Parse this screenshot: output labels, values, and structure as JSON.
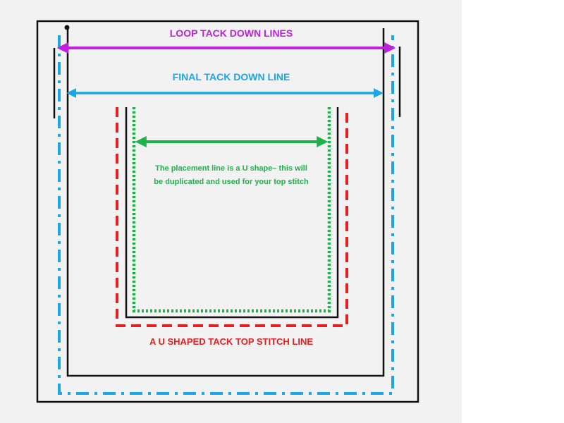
{
  "labels": {
    "loop": "LOOP TACK DOWN LINES",
    "final": "FINAL TACK DOWN LINE",
    "placement_line1": "The placement line is a U shape– this will",
    "placement_line2": "be duplicated and used for your top stitch",
    "u_tack": "A U SHAPED TACK TOP STITCH LINE"
  },
  "colors": {
    "outline": "#111111",
    "loop": "#c020e0",
    "final": "#1ba6e6",
    "placement": "#1db34a",
    "u_tack": "#e62020",
    "panel": "#f2f2f2"
  }
}
